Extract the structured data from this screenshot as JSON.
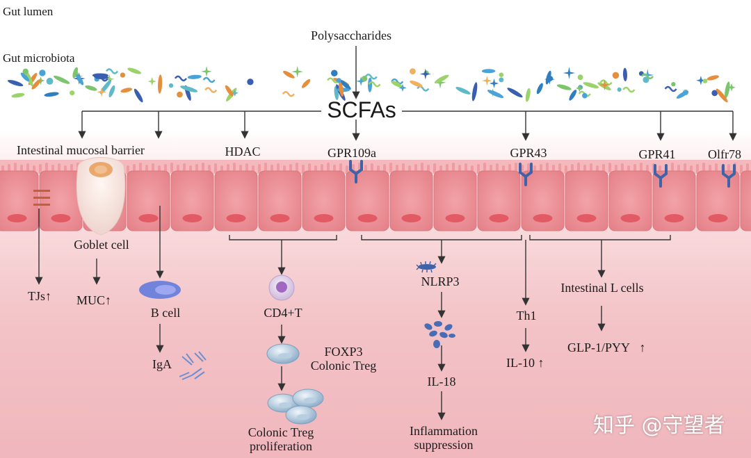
{
  "zones": {
    "gut_lumen": "Gut  lumen",
    "gut_microbiota": "Gut microbiota"
  },
  "source": "Polysaccharides",
  "hub": "SCFAs",
  "targets": {
    "barrier": "Intestinal mucosal barrier",
    "hdac": "HDAC",
    "gpr109a": "GPR109a",
    "gpr43": "GPR43",
    "gpr41": "GPR41",
    "olfr78": "Olfr78"
  },
  "barrier_branch": {
    "goblet": "Goblet cell",
    "tjs": "TJs",
    "muc": "MUC",
    "bcell": "B cell",
    "iga": "IgA"
  },
  "hdac_branch": {
    "cd4t": "CD4+T",
    "foxp3": "FOXP3",
    "colonic_treg": "Colonic Treg",
    "prolif_line1": "Colonic Treg",
    "prolif_line2": "proliferation"
  },
  "gpr109a_branch": {
    "nlrp3": "NLRP3",
    "il18": "IL-18",
    "supp_line1": "Inflammation",
    "supp_line2": "suppression"
  },
  "gpr43_branch": {
    "th1": "Th1",
    "il10": "IL-10"
  },
  "l_cell_branch": {
    "lcells": "Intestinal L cells",
    "glp": "GLP-1/PYY"
  },
  "arrows": {
    "up": "↑"
  },
  "watermark": "知乎 @守望者",
  "colors": {
    "line": "#333333",
    "cell_fill": "#ec8e94",
    "cell_stroke": "#d8767d",
    "nucleus": "#e0505a",
    "receptor": "#3f63a8",
    "goblet": "#f6e4df",
    "goblet_center": "#e8a070",
    "bcell": "#6e7fd8",
    "cd4t": "#a070c0",
    "treg": "#8fb3d0"
  }
}
